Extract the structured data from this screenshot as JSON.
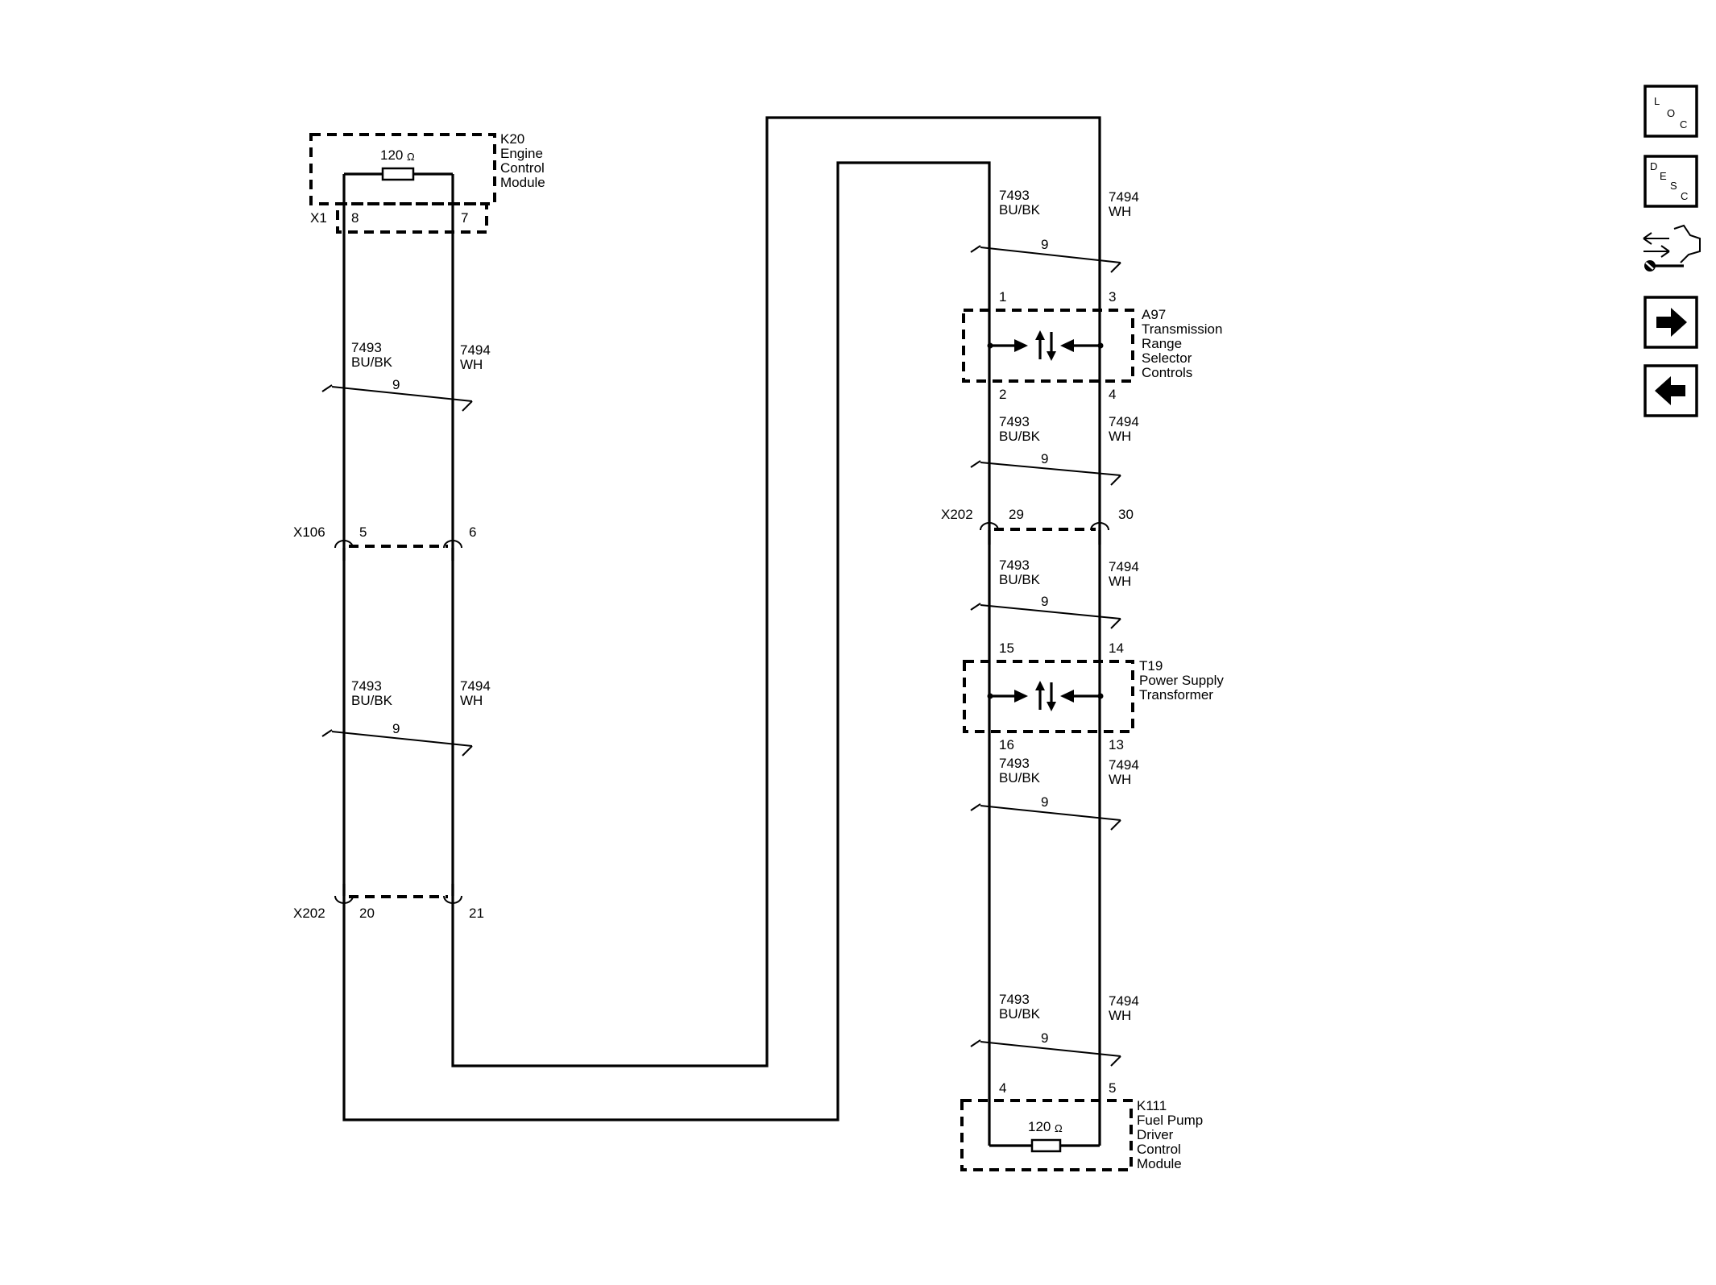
{
  "wires": {
    "left": {
      "circuit": "7493",
      "color": "BU/BK"
    },
    "right": {
      "circuit": "7494",
      "color": "WH"
    },
    "twist_count": "9"
  },
  "components": {
    "k20": {
      "ref": "K20",
      "name_lines": [
        "Engine",
        "Control",
        "Module"
      ],
      "resistor": "120",
      "connector": "X1",
      "pin_left": "8",
      "pin_right": "7"
    },
    "x106": {
      "ref": "X106",
      "pin_left": "5",
      "pin_right": "6"
    },
    "x202_left": {
      "ref": "X202",
      "pin_left": "20",
      "pin_right": "21"
    },
    "x202_right": {
      "ref": "X202",
      "pin_left": "29",
      "pin_right": "30"
    },
    "a97": {
      "ref": "A97",
      "name_lines": [
        "Transmission",
        "Range",
        "Selector",
        "Controls"
      ],
      "pin_tl": "1",
      "pin_tr": "3",
      "pin_bl": "2",
      "pin_br": "4"
    },
    "t19": {
      "ref": "T19",
      "name_lines": [
        "Power Supply",
        "Transformer"
      ],
      "pin_tl": "15",
      "pin_tr": "14",
      "pin_bl": "16",
      "pin_br": "13"
    },
    "k111": {
      "ref": "K111",
      "name_lines": [
        "Fuel Pump",
        "Driver",
        "Control",
        "Module"
      ],
      "resistor": "120",
      "pin_left": "4",
      "pin_right": "5"
    },
    "ohm_symbol": "Ω"
  },
  "nav": {
    "loc": {
      "letters": [
        "L",
        "O",
        "C"
      ]
    },
    "desc": {
      "letters": [
        "D",
        "E",
        "S",
        "C"
      ]
    },
    "connector_icon": "connector-repair-icon",
    "next_icon": "arrow-right-icon",
    "prev_icon": "arrow-left-icon"
  }
}
